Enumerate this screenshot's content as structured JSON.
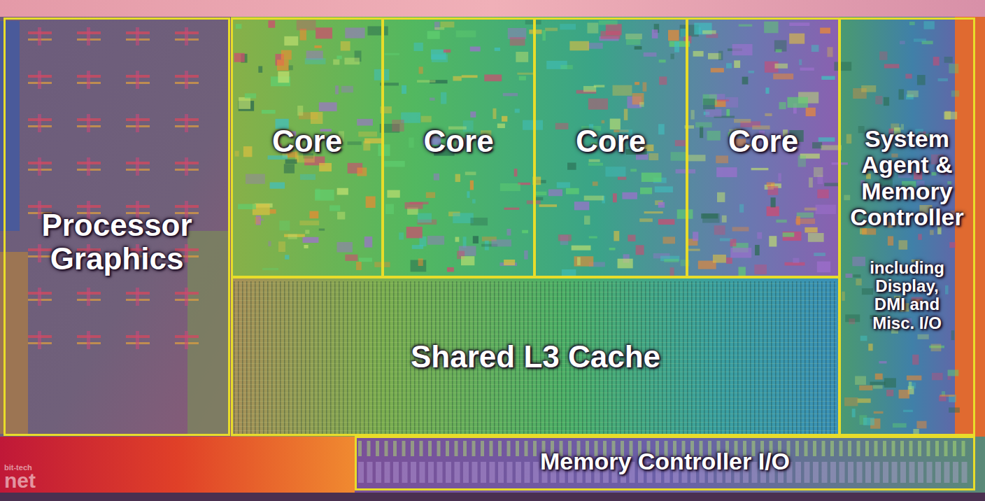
{
  "diagram": {
    "nodes": [
      {
        "text": [
          "Processor Graphics"
        ]
      },
      {
        "text": [
          "Core"
        ]
      },
      {
        "text": [
          "Core"
        ]
      },
      {
        "text": [
          "Core"
        ]
      },
      {
        "text": [
          "Core"
        ]
      },
      {
        "text": [
          "Shared L3 Cache"
        ]
      },
      {
        "text": [
          "System Agent & Memory Controller",
          "including Display, DMI and Misc. I/O"
        ]
      },
      {
        "text": [
          "Memory Controller I/O"
        ]
      }
    ],
    "labels": [
      "bit-tech",
      "net"
    ]
  }
}
